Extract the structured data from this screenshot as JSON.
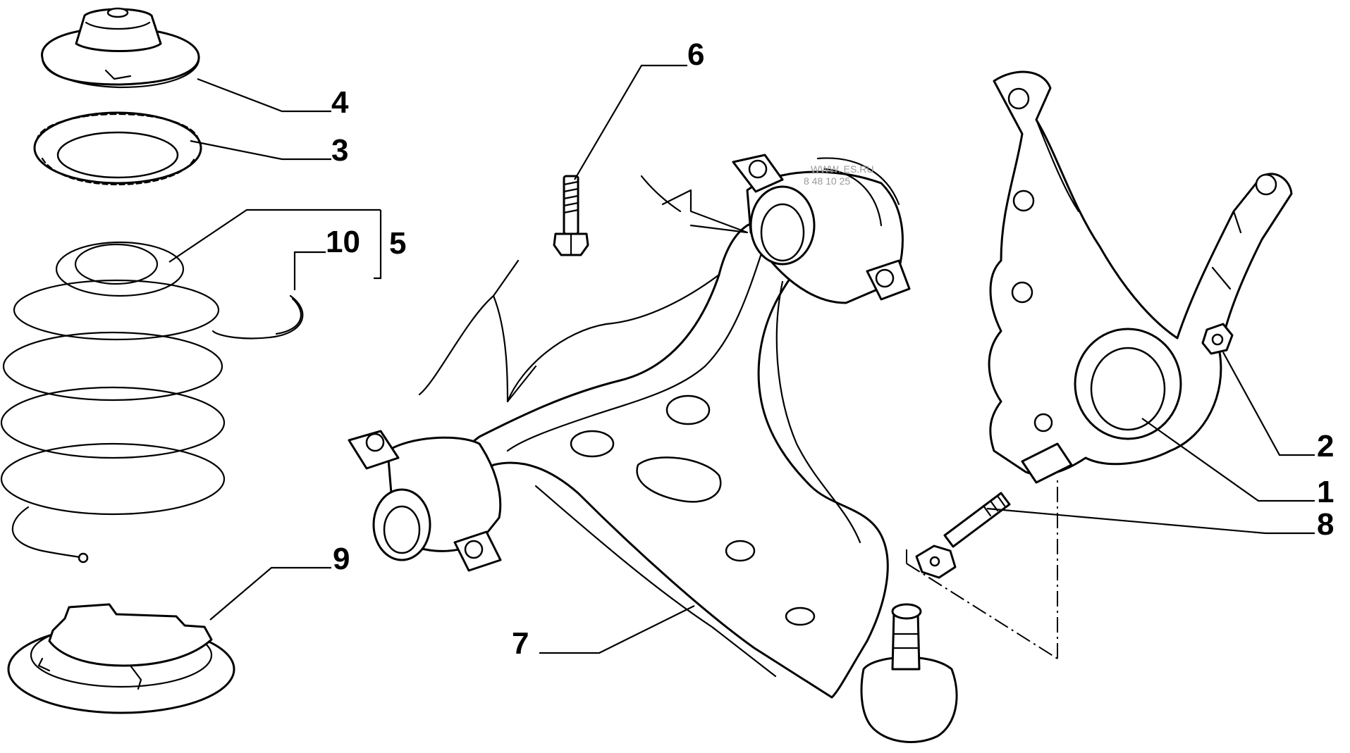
{
  "callouts": {
    "c1": "1",
    "c2": "2",
    "c3": "3",
    "c4": "4",
    "c5": "5",
    "c6": "6",
    "c7": "7",
    "c8": "8",
    "c9": "9",
    "c10": "10"
  },
  "watermark": {
    "line1": "WWW.    ES.RU",
    "line2": "8 48 10      25"
  }
}
